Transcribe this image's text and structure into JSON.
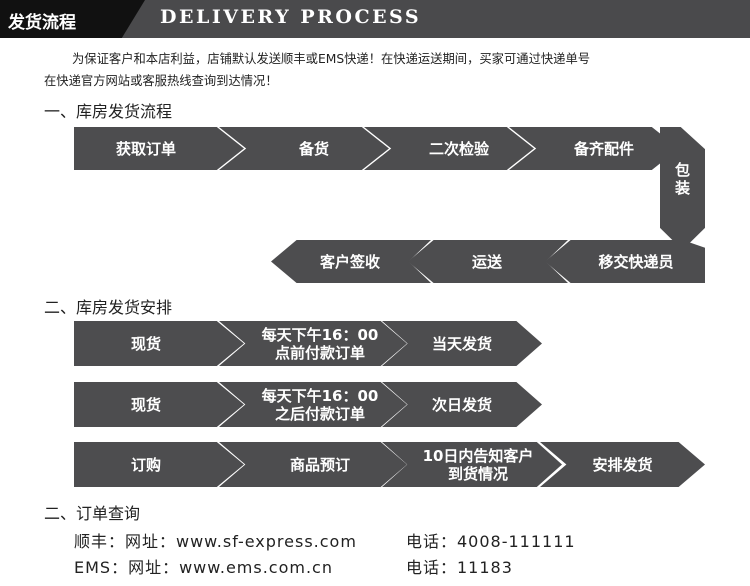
{
  "banner": {
    "title_cn": "发货流程",
    "title_en": "DELIVERY PROCESS"
  },
  "intro": {
    "line1": "为保证客户和本店利益，店铺默认发送顺丰或EMS快递！在快递运送期间，买家可通过快递单号",
    "line2": "在快递官方网站或客服热线查询到达情况！"
  },
  "section1": {
    "title": "一、库房发货流程",
    "row1": [
      "获取订单",
      "备货",
      "二次检验",
      "备齐配件"
    ],
    "pack_chars": [
      "包",
      "装"
    ],
    "row2": [
      "移交快递员",
      "运送",
      "客户签收"
    ]
  },
  "section2": {
    "title": "二、库房发货安排",
    "rows": [
      [
        "现货",
        "每天下午16：00",
        "点前付款订单",
        "当天发货"
      ],
      [
        "现货",
        "每天下午16：00",
        "之后付款订单",
        "次日发货"
      ]
    ],
    "row3": [
      "订购",
      "商品预订",
      "10日内告知客户",
      "到货情况",
      "安排发货"
    ]
  },
  "section3": {
    "title": "二、订单查询",
    "contacts": [
      {
        "site": "顺丰：网址：www.sf-express.com",
        "phone": "电话：4008-111111"
      },
      {
        "site": "EMS：网址：www.ems.com.cn",
        "phone": "电话：11183"
      }
    ]
  },
  "colors": {
    "shape_fill": "#4d4d4f",
    "banner_dark": "#111111",
    "banner_bg": "#4a4a4c"
  }
}
